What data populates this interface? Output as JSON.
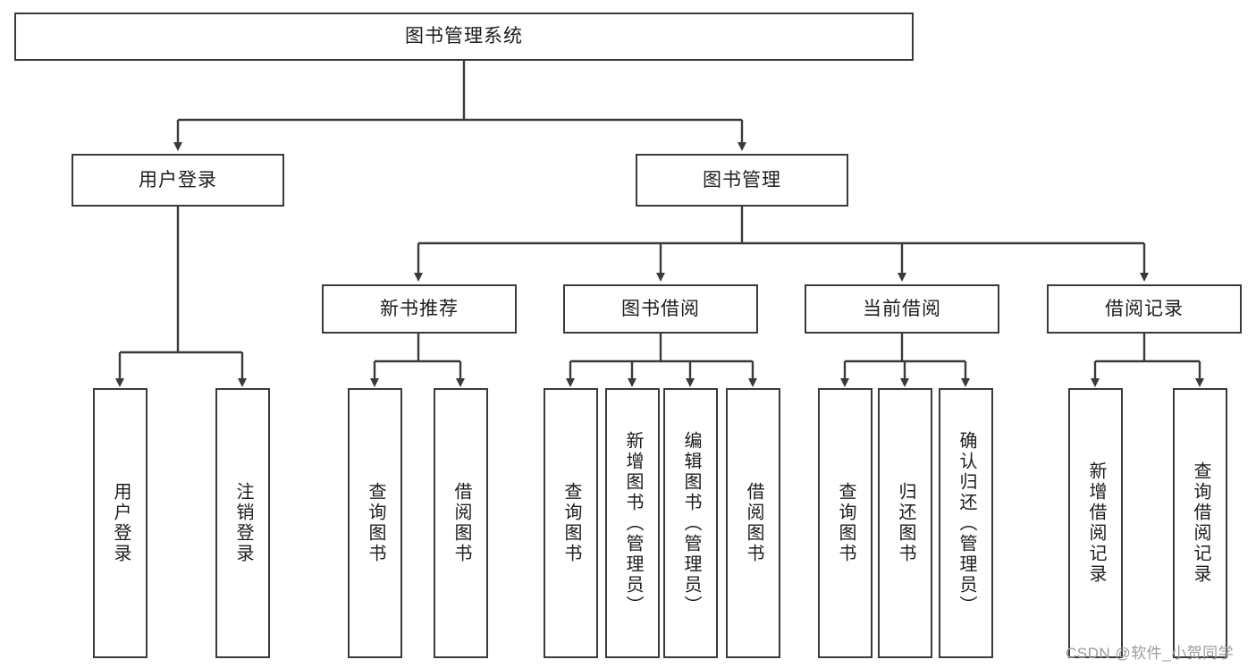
{
  "diagram": {
    "title": "图书管理系统",
    "type": "tree-hierarchy",
    "root": {
      "label": "图书管理系统"
    },
    "level2": [
      {
        "label": "用户登录"
      },
      {
        "label": "图书管理"
      }
    ],
    "level3": [
      {
        "label": "新书推荐"
      },
      {
        "label": "图书借阅"
      },
      {
        "label": "当前借阅"
      },
      {
        "label": "借阅记录"
      }
    ],
    "leaves": {
      "user_login": [
        {
          "label": "用户登录"
        },
        {
          "label": "注销登录"
        }
      ],
      "new_book_recommend": [
        {
          "label": "查询图书"
        },
        {
          "label": "借阅图书"
        }
      ],
      "book_borrow": [
        {
          "label": "查询图书"
        },
        {
          "label": "新增图书（管理员）"
        },
        {
          "label": "编辑图书（管理员）"
        },
        {
          "label": "借阅图书"
        }
      ],
      "current_borrow": [
        {
          "label": "查询图书"
        },
        {
          "label": "归还图书"
        },
        {
          "label": "确认归还（管理员）"
        }
      ],
      "borrow_record": [
        {
          "label": "新增借阅记录"
        },
        {
          "label": "查询借阅记录"
        }
      ]
    }
  },
  "watermark": {
    "text": "CSDN @软件_小贺同学"
  },
  "colors": {
    "border": "#3a3a3a",
    "text": "#1d1d1d",
    "background": "#ffffff",
    "watermark": "#9b9b9b"
  }
}
